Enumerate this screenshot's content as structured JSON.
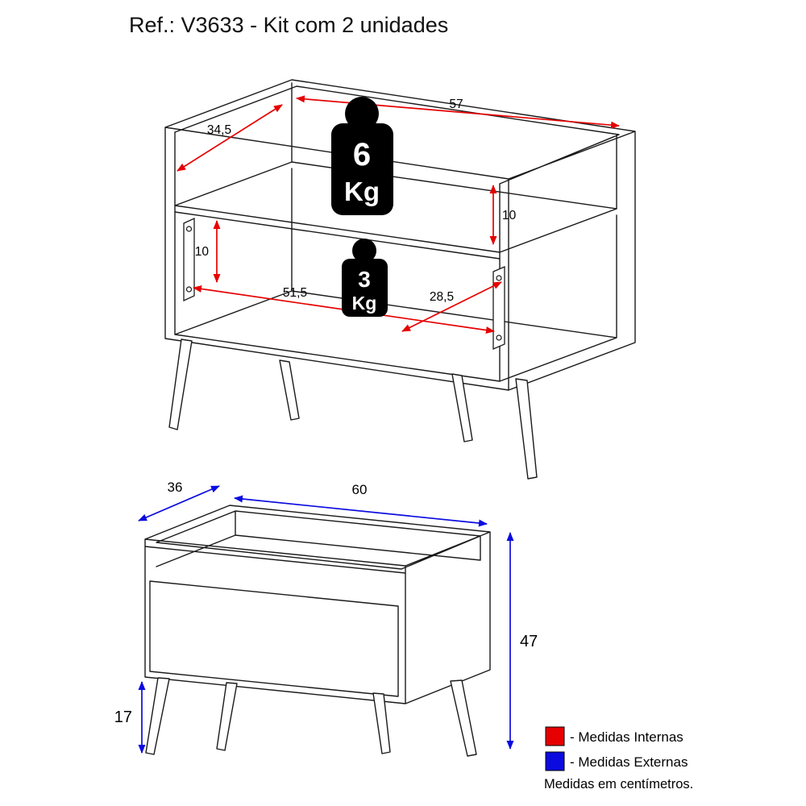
{
  "title": "Ref.: V3633 - Kit com 2 unidades",
  "colors": {
    "internal": "#e60000",
    "external": "#0b0be0",
    "outline": "#1a1a1a"
  },
  "internal_view": {
    "dims": {
      "top_depth": "34,5",
      "top_width": "57",
      "upper_height": "10",
      "lower_height": "10",
      "lower_width": "51,5",
      "lower_depth": "28,5"
    },
    "weights": {
      "upper": {
        "value": "6",
        "unit": "Kg"
      },
      "lower": {
        "value": "3",
        "unit": "Kg"
      }
    }
  },
  "external_view": {
    "dims": {
      "depth": "36",
      "width": "60",
      "height": "47",
      "legs": "17"
    }
  },
  "legend": {
    "internal": "- Medidas Internas",
    "external": "- Medidas Externas",
    "note": "Medidas em centímetros."
  }
}
